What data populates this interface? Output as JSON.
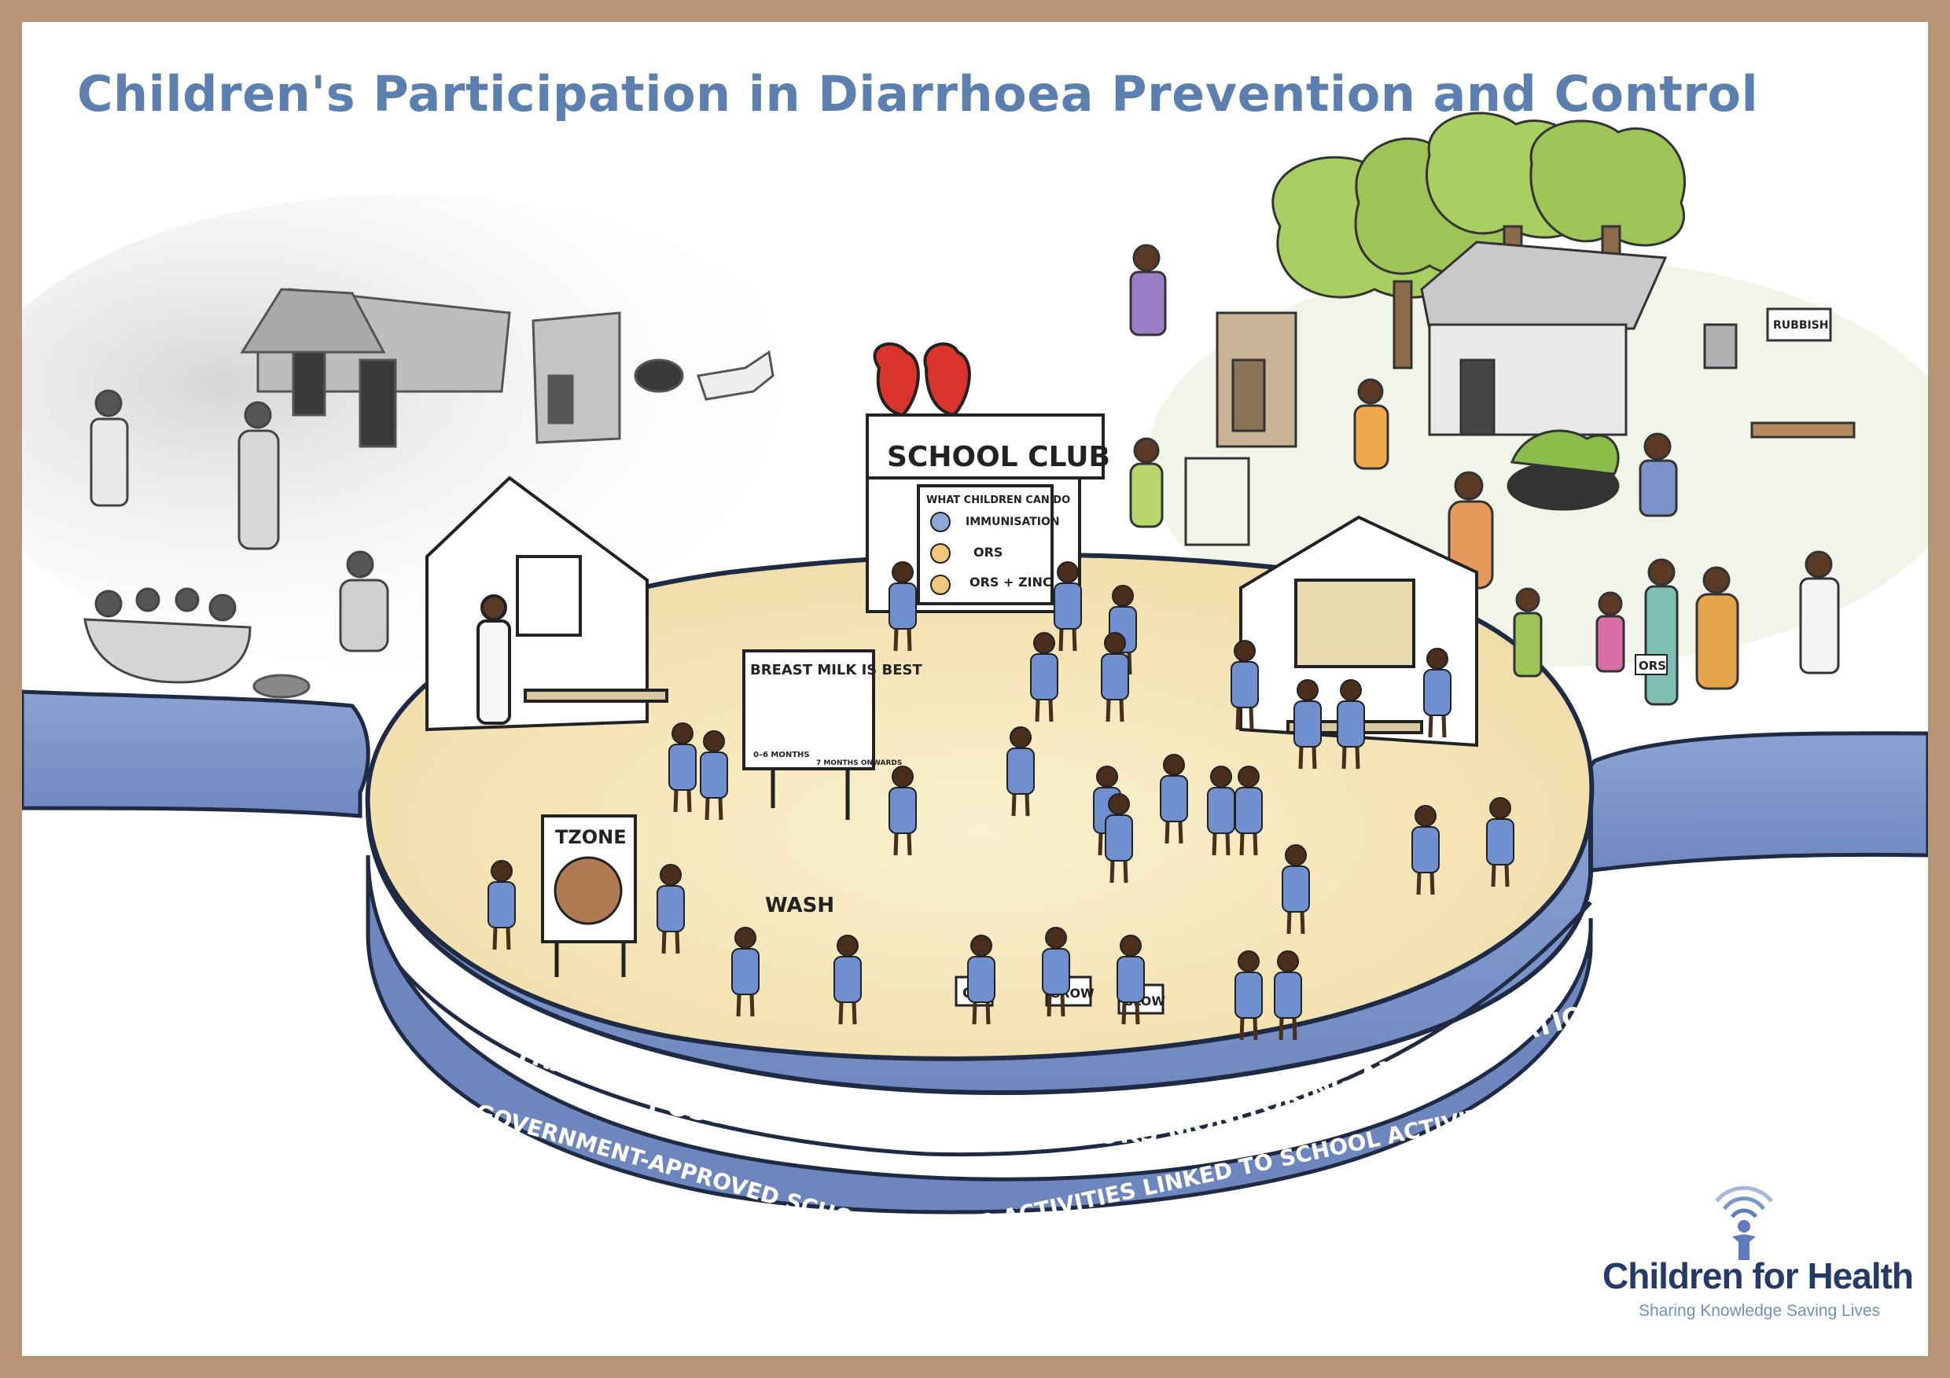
{
  "title": "Children's Participation in Diarrhoea Prevention and Control",
  "signs": {
    "school_club": "SCHOOL CLUB",
    "school_club_subtitle": "WHAT CHILDREN CAN DO",
    "school_club_items": [
      "IMMUNISATION",
      "ORS",
      "ORS + ZINC"
    ],
    "breast_milk": "BREAST MILK IS BEST",
    "breast_milk_notes": [
      "0–6 MONTHS",
      "7 MONTHS ONWARDS"
    ],
    "tzone": "TZONE",
    "wash": "WASH",
    "rubbish": "RUBBISH",
    "ors_card": "ORS",
    "go": "GO",
    "grow": "GROW",
    "glow": "GLOW"
  },
  "band_upper": [
    "TRAINING",
    "POSTERS",
    "BOOKLETS",
    "STORYBOOKS",
    "MONITORING AND EVALUATION"
  ],
  "band_lower": [
    "GOVERNMENT-APPROVED SCHOOL HEALTH CLUBS",
    "CLUB ACTIVITIES LINKED TO SCHOOL ACTIVITIES FOR ALL CHILDREN"
  ],
  "logo": {
    "name": "Children for Health",
    "tagline": "Sharing Knowledge Saving Lives"
  },
  "colors": {
    "title": "#5b7fae",
    "band": "#7f98cc",
    "band_dark": "#6d86bd",
    "ground": "#f3e3b8",
    "frame": "#b89476",
    "uniform": "#6f8fcf"
  }
}
